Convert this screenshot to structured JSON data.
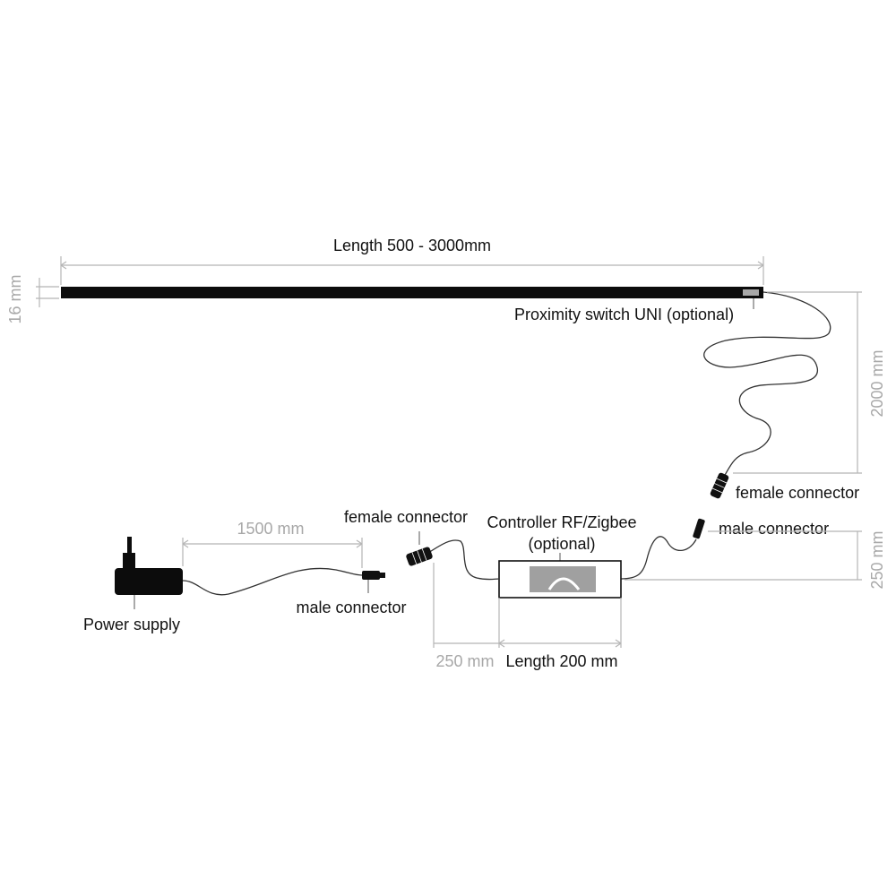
{
  "labels": {
    "length_strip": "Length 500 - 3000mm",
    "height_strip": "16 mm",
    "proximity_switch": "Proximity switch UNI (optional)",
    "cable_2000": "2000 mm",
    "female_connector_right": "female connector",
    "male_connector_right": "male connector",
    "height_250": "250 mm",
    "controller": "Controller RF/Zigbee",
    "controller_optional": "(optional)",
    "female_connector_left": "female connector",
    "cable_1500": "1500 mm",
    "male_connector_left": "male connector",
    "power_supply": "Power supply",
    "length_250": "250 mm",
    "length_200": "Length 200 mm"
  },
  "colors": {
    "ink": "#111111",
    "dimension": "#a8a8a8",
    "controller_window": "#a0a0a0"
  }
}
